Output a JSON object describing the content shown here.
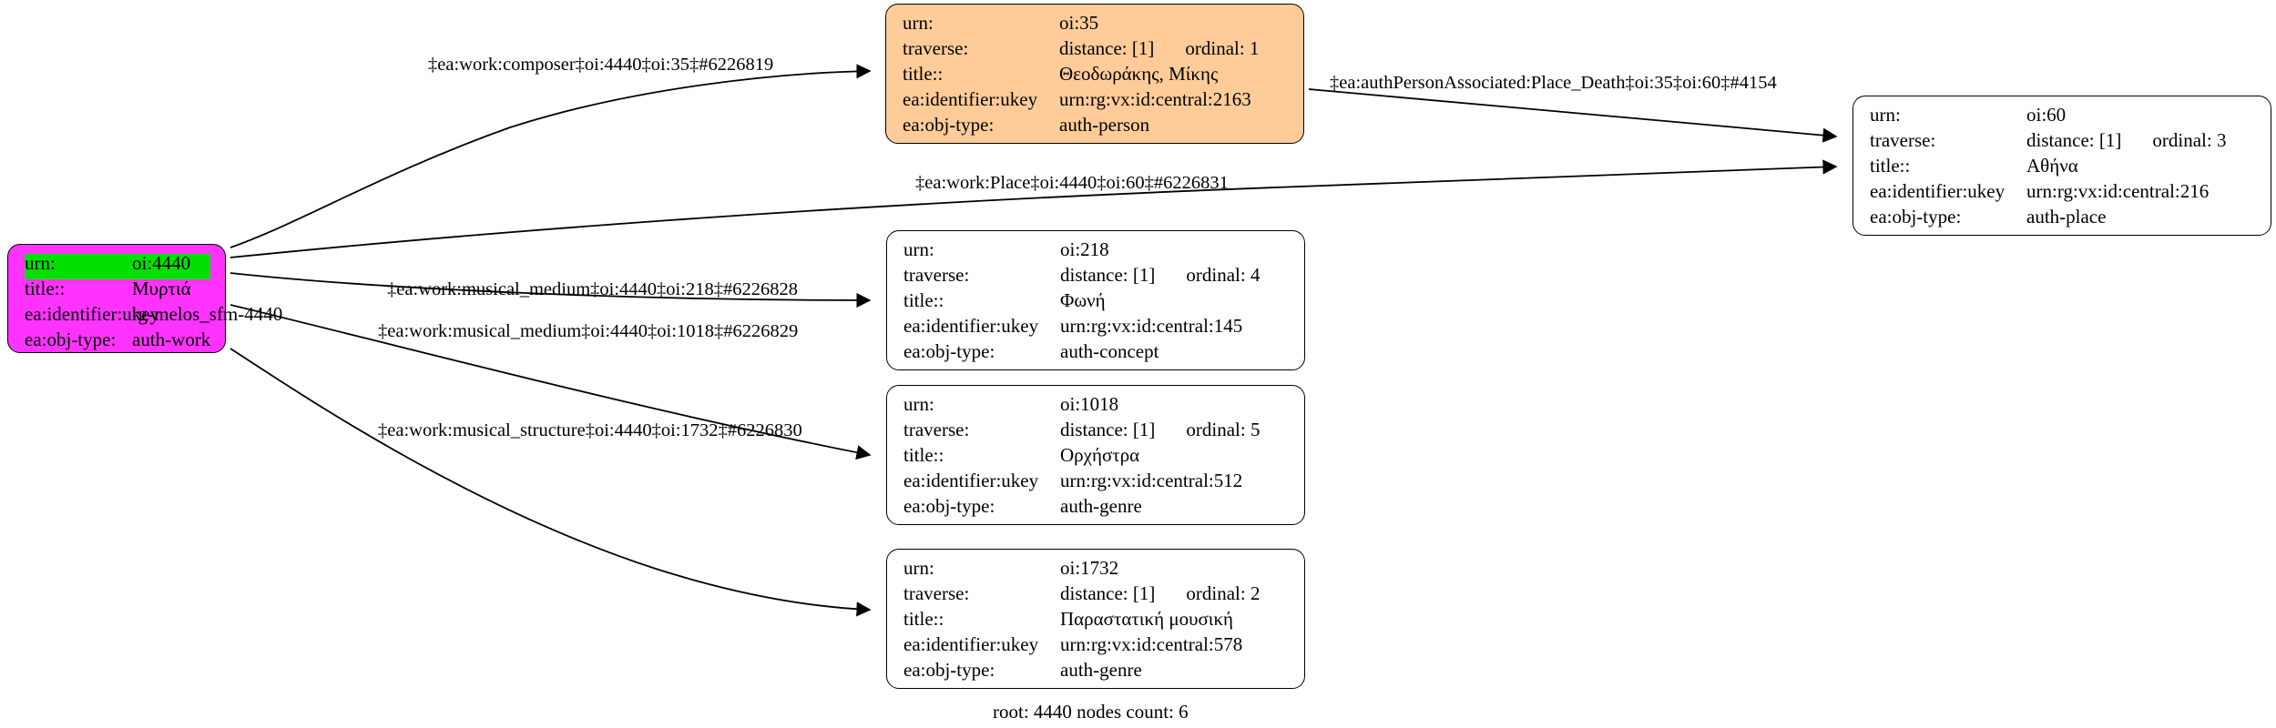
{
  "graph": {
    "footer": "root: 4440 nodes count: 6",
    "field_labels": {
      "urn": "urn:",
      "traverse": "traverse:",
      "title": "title::",
      "ukey": "ea:identifier:ukey",
      "objtype": "ea:obj-type:"
    },
    "colors": {
      "root_fill": "#ff33ff",
      "root_highlight": "#00e000",
      "person_fill": "#ffcc99",
      "default_fill": "#ffffff",
      "stroke": "#000000"
    },
    "nodes": [
      {
        "id": "oi:35",
        "style": "orange",
        "urn_label": "urn:",
        "urn_value": "oi:35",
        "traverse_label": "traverse:",
        "traverse_distance": "distance: [1]",
        "traverse_ordinal": "ordinal: 1",
        "title_label": "title::",
        "title_value": "Θεοδωράκης, Μίκης",
        "ukey_label": "ea:identifier:ukey",
        "ukey_value": "urn:rg:vx:id:central:2163",
        "objtype_label": "ea:obj-type:",
        "objtype_value": "auth-person"
      },
      {
        "id": "oi:60",
        "style": "plain",
        "urn_label": "urn:",
        "urn_value": "oi:60",
        "traverse_label": "traverse:",
        "traverse_distance": "distance: [1]",
        "traverse_ordinal": "ordinal: 3",
        "title_label": "title::",
        "title_value": "Αθήνα",
        "ukey_label": "ea:identifier:ukey",
        "ukey_value": "urn:rg:vx:id:central:216",
        "objtype_label": "ea:obj-type:",
        "objtype_value": "auth-place"
      },
      {
        "id": "oi:218",
        "style": "plain",
        "urn_label": "urn:",
        "urn_value": "oi:218",
        "traverse_label": "traverse:",
        "traverse_distance": "distance: [1]",
        "traverse_ordinal": "ordinal: 4",
        "title_label": "title::",
        "title_value": "Φωνή",
        "ukey_label": "ea:identifier:ukey",
        "ukey_value": "urn:rg:vx:id:central:145",
        "objtype_label": "ea:obj-type:",
        "objtype_value": "auth-concept"
      },
      {
        "id": "oi:1018",
        "style": "plain",
        "urn_label": "urn:",
        "urn_value": "oi:1018",
        "traverse_label": "traverse:",
        "traverse_distance": "distance: [1]",
        "traverse_ordinal": "ordinal: 5",
        "title_label": "title::",
        "title_value": "Ορχήστρα",
        "ukey_label": "ea:identifier:ukey",
        "ukey_value": "urn:rg:vx:id:central:512",
        "objtype_label": "ea:obj-type:",
        "objtype_value": "auth-genre"
      },
      {
        "id": "oi:1732",
        "style": "plain",
        "urn_label": "urn:",
        "urn_value": "oi:1732",
        "traverse_label": "traverse:",
        "traverse_distance": "distance: [1]",
        "traverse_ordinal": "ordinal: 2",
        "title_label": "title::",
        "title_value": "Παραστατική μουσική",
        "ukey_label": "ea:identifier:ukey",
        "ukey_value": "urn:rg:vx:id:central:578",
        "objtype_label": "ea:obj-type:",
        "objtype_value": "auth-genre"
      }
    ],
    "root_node": {
      "id": "oi:4440",
      "style": "magenta",
      "urn_label": "urn:",
      "urn_value": "oi:4440",
      "title_label": "title::",
      "title_value": "Μυρτιά",
      "ukey_label": "ea:identifier:ukey",
      "ukey_value": "rg-melos_sfm-4440",
      "objtype_label": "ea:obj-type:",
      "objtype_value": "auth-work"
    },
    "edges": [
      {
        "id": "e-composer",
        "label": "‡ea:work:composer‡oi:4440‡oi:35‡#6226819"
      },
      {
        "id": "e-place-death",
        "label": "‡ea:authPersonAssociated:Place_Death‡oi:35‡oi:60‡#4154"
      },
      {
        "id": "e-work-place",
        "label": "‡ea:work:Place‡oi:4440‡oi:60‡#6226831"
      },
      {
        "id": "e-medium-218",
        "label": "‡ea:work:musical_medium‡oi:4440‡oi:218‡#6226828"
      },
      {
        "id": "e-medium-1018",
        "label": "‡ea:work:musical_medium‡oi:4440‡oi:1018‡#6226829"
      },
      {
        "id": "e-structure",
        "label": "‡ea:work:musical_structure‡oi:4440‡oi:1732‡#6226830"
      }
    ]
  }
}
